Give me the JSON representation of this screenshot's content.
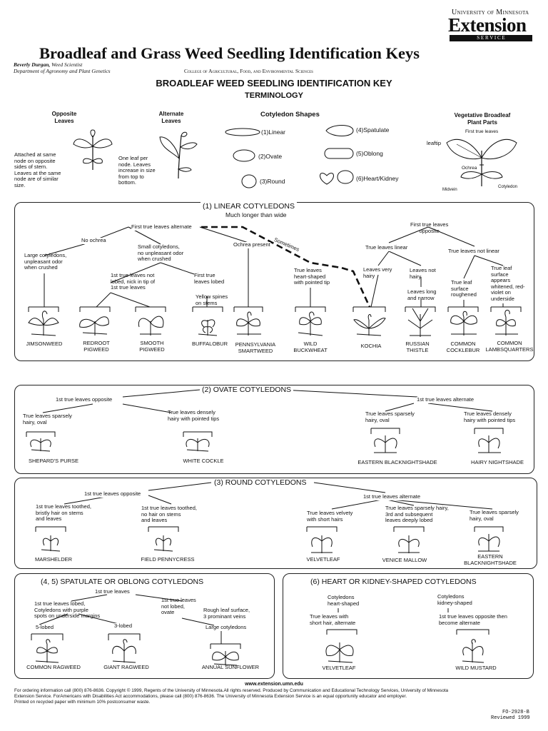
{
  "header": {
    "university": "University of Minnesota",
    "extension": "Extension",
    "service": "S E R V I C E",
    "title": "Broadleaf and Grass Weed Seedling Identification Keys",
    "author_name": "Beverly Durgan,",
    "author_role": " Weed Scientist",
    "department": "Department of Agronomy and Plant Genetics",
    "college": "College of Agricultural, Food, and Environmental Sciences"
  },
  "key_title": "BROADLEAF WEED SEEDLING IDENTIFICATION KEY",
  "terminology": {
    "heading": "TERMINOLOGY",
    "opposite_title": "Opposite\nLeaves",
    "opposite_desc": "Attached at same\nnode on opposite\nsides of stem.\nLeaves at the same\nnode are of similar\nsize.",
    "alternate_title": "Alternate\nLeaves",
    "alternate_desc": "One leaf per\nnode. Leaves\nincrease in size\nfrom top to\nbottom.",
    "cotyledon_title": "Cotyledon Shapes",
    "shapes": {
      "linear": "(1)Linear",
      "ovate": "(2)Ovate",
      "round": "(3)Round",
      "spatulate": "(4)Spatulate",
      "oblong": "(5)Oblong",
      "heart": "(6)Heart/Kidney"
    },
    "parts_title": "Vegetative Broadleaf\nPlant Parts",
    "parts": {
      "first_true": "First true leaves",
      "leaftip": "leaftip",
      "ochrea": "Ochrea",
      "midvein": "Midvein",
      "cotyledon": "Cotyledon"
    }
  },
  "linear": {
    "title": "(1) LINEAR COTYLEDONS",
    "subtitle": "Much longer than wide",
    "n_alt": "First true leaves alternate",
    "n_opp": "First true leaves\nopposite",
    "sometimes": "Sometimes",
    "n_no_ochrea": "No ochrea",
    "n_small": "Small cotyledons,\nno unpleasant odor\nwhen crushed",
    "n_large": "Large cotyledons,\nunpleasant odor\nwhen crushed",
    "n_ochrea": "Ochrea present",
    "n_not_lobed": "1st true leaves not\nlobed, nick in tip of\n1st true leaves",
    "n_lobed": "First true\nleaves lobed",
    "n_yellow": "Yellow spines\non stems",
    "n_heart": "True leaves\nheart-shaped\nwith pointed tip",
    "n_tl_linear": "True leaves linear",
    "n_tl_not_linear": "True leaves not linear",
    "n_very_hairy": "Leaves very\nhairy",
    "n_not_hairy": "Leaves not\nhairy",
    "n_long": "Leaves long\nand narrow",
    "n_rough": "True leaf\nsurface\nroughened",
    "n_whitened": "True leaf\nsurface\nappears\nwhitened, red-\nviolet on\nunderside",
    "plants": [
      "JIMSONWEED",
      "REDROOT\nPIGWEED",
      "SMOOTH\nPIGWEED",
      "BUFFALOBUR",
      "PENNSYLVANIA\nSMARTWEED",
      "WILD\nBUCKWHEAT",
      "KOCHIA",
      "RUSSIAN\nTHISTLE",
      "COMMON\nCOCKLEBUR",
      "COMMON\nLAMBSQUARTERS"
    ]
  },
  "ovate": {
    "title": "(2) OVATE COTYLEDONS",
    "n_opp": "1st true leaves opposite",
    "n_alt": "1st true leaves alternate",
    "n_sparse1": "True leaves sparsely\nhairy, oval",
    "n_dense1": "True leaves densely\nhairy with pointed tips",
    "n_sparse2": "True leaves sparsely\nhairy, oval",
    "n_dense2": "True leaves densely\nhairy with pointed tips",
    "plants": [
      "SHEPARD'S PURSE",
      "WHITE COCKLE",
      "EASTERN BLACKNIGHTSHADE",
      "HAIRY NIGHTSHADE"
    ]
  },
  "round": {
    "title": "(3) ROUND COTYLEDONS",
    "n_opp": "1st true leaves opposite",
    "n_alt": "1st true leaves alternate",
    "n_toothed_hair": "1st true leaves toothed,\nbristly hair on stems\nand leaves",
    "n_toothed_nohair": "1st true leaves toothed,\nno hair on stems\nand leaves",
    "n_velvety": "True leaves velvety\nwith short hairs",
    "n_lobed": "True leaves sparsely hairy,\n3rd and subsequent\nleaves deeply lobed",
    "n_sparse": "True leaves sparsely\nhairy, oval",
    "plants": [
      "MARSHELDER",
      "FIELD PENNYCRESS",
      "VELVETLEAF",
      "VENICE MALLOW",
      "EASTERN\nBLACKNIGHTSHADE"
    ]
  },
  "spatulate": {
    "title": "(4, 5) SPATULATE OR OBLONG COTYLEDONS",
    "n_first": "1st true leaves",
    "n_lobed": "1st true leaves lobed,\nCotyledons with purple\nspots on underside margins",
    "n_not_lobed": "1st true leaves\nnot lobed,\novate",
    "n_rough": "Rough leaf surface,\n3 prominant veins",
    "n_large": "Large cotyledons",
    "n_5": "5-lobed",
    "n_3": "3-lobed",
    "plants": [
      "COMMON RAGWEED",
      "GIANT RAGWEED",
      "ANNUAL SUNFLOWER"
    ]
  },
  "heart": {
    "title": "(6) HEART OR KIDNEY-SHAPED COTYLEDONS",
    "n_heart": "Cotyledons\nheart-shaped",
    "n_kidney": "Cotyledons\nkidney-shaped",
    "n_short": "True leaves with\nshort hair, alternate",
    "n_opp_then": "1st true leaves opposite then\nbecome alternate",
    "plants": [
      "VELVETLEAF",
      "WILD MUSTARD"
    ]
  },
  "footer": {
    "url": "www.extension.umn.edu",
    "line1": "For ordering information call (800) 876-8636. Copyright © 1999, Regents of the University of Minnesota.All rights reserved. Produced by Communication and Educational Technology Services, University of Minnesota",
    "line2": "Extension Service. ForAmericans with Disabilities Act accommodations, please call (800) 876-8636. The University of Minnesota Extension Service is an equal opportunity educator and employer.",
    "line3": "Printed on recycled paper with minimum 10% postconsumer waste.",
    "code": "FO-2928-B",
    "reviewed": "Reviewed 1999"
  }
}
